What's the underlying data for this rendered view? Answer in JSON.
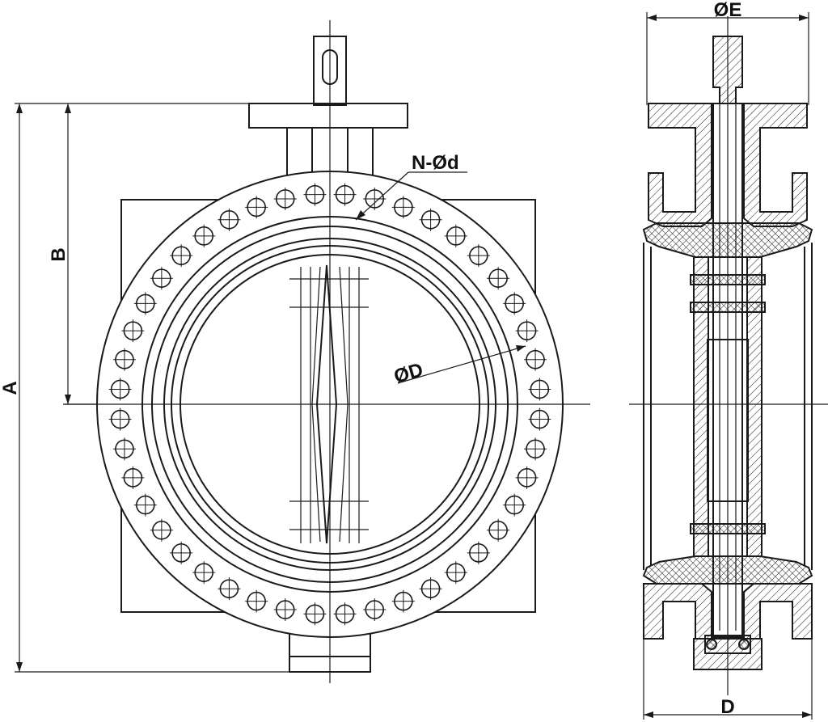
{
  "labels": {
    "dim_a": "A",
    "dim_b": "B",
    "bolt_holes": "N-Ød",
    "disc_diameter": "ØD",
    "flange_diameter": "ØE",
    "face_width": "D"
  },
  "flange": {
    "bolt_hole_count": 44
  },
  "colors": {
    "line": "#1a1a1a",
    "background": "#ffffff"
  }
}
